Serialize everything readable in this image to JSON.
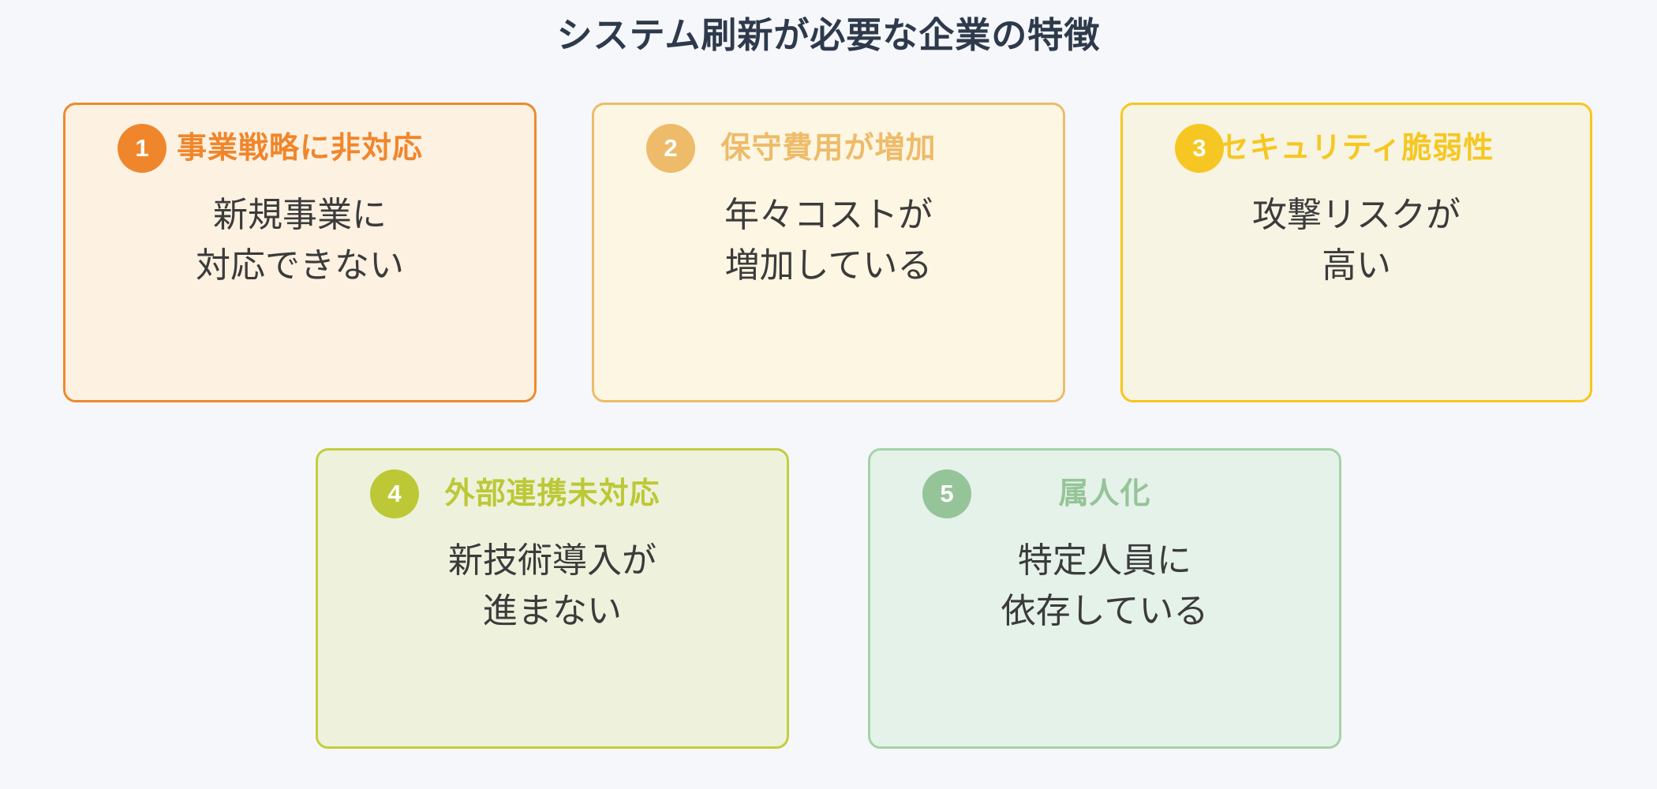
{
  "page": {
    "background": "#f5f7fa",
    "title": "システム刷新が必要な企業の特徴",
    "title_color": "#2e3a4c",
    "body_text_color": "#3b3b3b"
  },
  "cards": [
    {
      "number": "1",
      "title": "事業戦略に非対応",
      "body": [
        "新規事業に",
        "対応できない"
      ],
      "accent": "#f0862b",
      "border": "#ee8a2e",
      "background": "#fdf1e2"
    },
    {
      "number": "2",
      "title": "保守費用が増加",
      "body": [
        "年々コストが",
        "増加している"
      ],
      "accent": "#edbb69",
      "border": "#ecbc6a",
      "background": "#fdf6e3"
    },
    {
      "number": "3",
      "title": "セキュリティ脆弱性",
      "body": [
        "攻撃リスクが",
        "高い"
      ],
      "accent": "#f6c722",
      "border": "#f6c71e",
      "background": "#f7f4e3"
    },
    {
      "number": "4",
      "title": "外部連携未対応",
      "body": [
        "新技術導入が",
        "進まない"
      ],
      "accent": "#bcc836",
      "border": "#c3cd3f",
      "background": "#eef2dc"
    },
    {
      "number": "5",
      "title": "属人化",
      "body": [
        "特定人員に",
        "依存している"
      ],
      "accent": "#95c498",
      "border": "#a5d2a8",
      "background": "#e5f2ea"
    }
  ]
}
